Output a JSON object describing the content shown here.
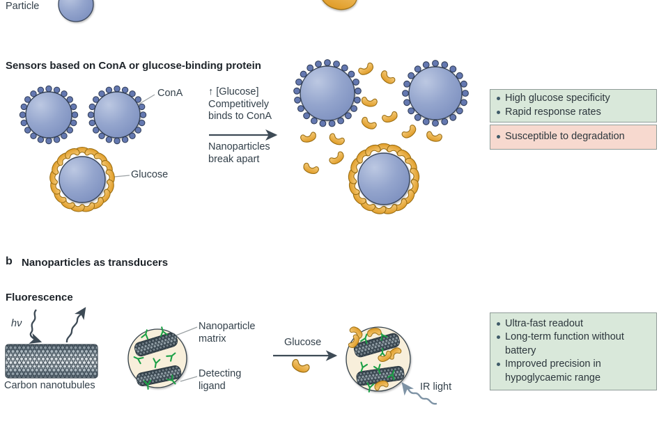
{
  "figure": {
    "particle_label": "Particle",
    "panel_a": {
      "title": "Sensors based on ConA or glucose-binding protein",
      "cona_label": "ConA",
      "glucose_label": "Glucose",
      "transition_top": [
        "↑ [Glucose]",
        "Competitively",
        "binds to ConA"
      ],
      "transition_bottom": [
        "Nanoparticles",
        "break apart"
      ],
      "pros": [
        "High glucose specificity",
        "Rapid response rates"
      ],
      "cons": [
        "Susceptible to degradation"
      ]
    },
    "panel_b": {
      "marker": "b",
      "title": "Nanoparticles as transducers",
      "subtitle": "Fluorescence",
      "hv_label": "hν",
      "carbon_label": "Carbon nanotubules",
      "matrix_label_line1": "Nanoparticle",
      "matrix_label_line2": "matrix",
      "ligand_label_line1": "Detecting",
      "ligand_label_line2": "ligand",
      "glucose_label": "Glucose",
      "ir_label": "IR light",
      "pros": [
        "Ultra-fast readout",
        "Long-term function without battery",
        "Improved precision in hypoglycaemic range"
      ]
    },
    "colors": {
      "particle_blue": "#8fa0ca",
      "cona_dot_blue": "#6478b0",
      "glucose_orange": "#e9a83c",
      "ligand_green": "#1ba045",
      "pros_bg": "#d9e8da",
      "cons_bg": "#f7d9cf",
      "box_border": "#8f9b97",
      "arrow_slate": "#3d4a55",
      "ir_grey_blue": "#7e93a5",
      "matrix_circle_cream": "#f8efdb"
    }
  }
}
